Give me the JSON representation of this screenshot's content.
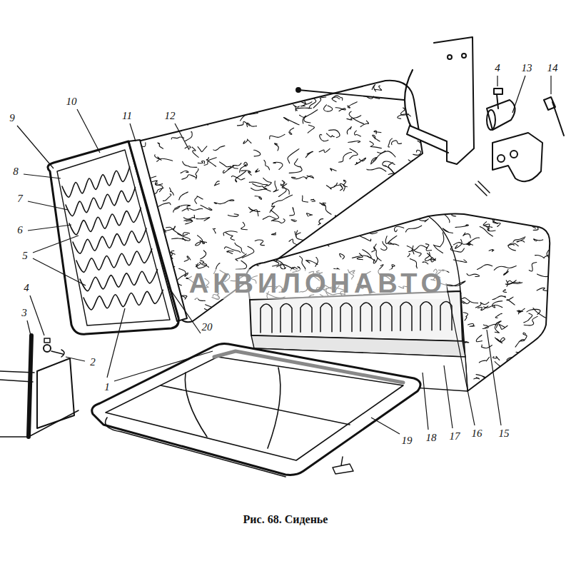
{
  "diagram": {
    "caption": "Рис. 68. Сиденье",
    "labels": [
      "9",
      "10",
      "11",
      "12",
      "8",
      "7",
      "6",
      "5",
      "4",
      "3",
      "2",
      "1",
      "20",
      "4",
      "13",
      "14",
      "19",
      "18",
      "17",
      "16",
      "15",
      "АКВИЛОНАВТО"
    ]
  }
}
